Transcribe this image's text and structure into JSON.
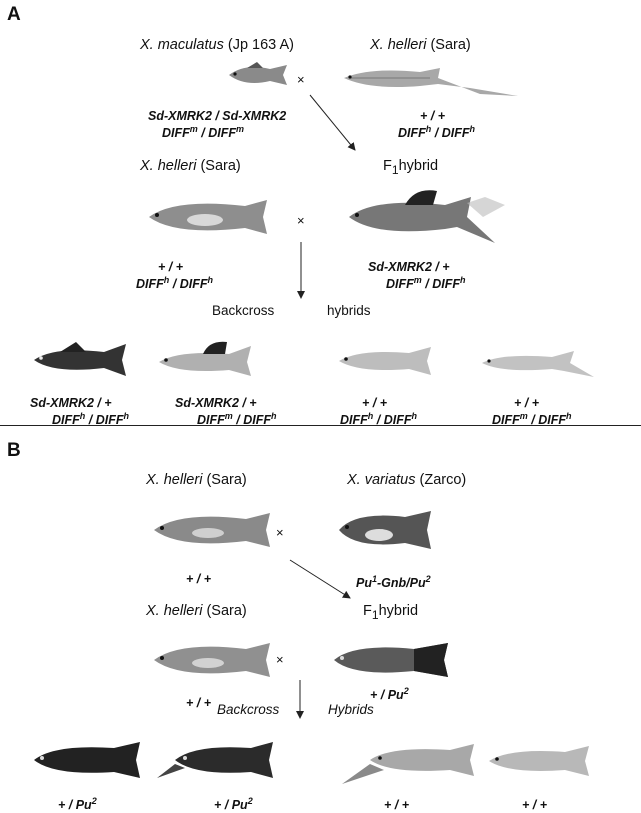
{
  "panel_a": {
    "letter": "A",
    "parent1": {
      "species": "X. maculatus",
      "strain": "(Jp 163 A)"
    },
    "parent2": {
      "species": "X. helleri",
      "strain": "(Sara)"
    },
    "cross_symbol": "×",
    "geno_p1_line1": "Sd-XMRK2 / Sd-XMRK2",
    "geno_p1_line2a": "DIFF",
    "geno_p1_sup_a": "m",
    "geno_p1_line2b": "DIFF",
    "geno_p1_sup_b": "m",
    "geno_p2_line1": "+ / +",
    "geno_p2_a": "DIFF",
    "geno_p2_sup_a": "h",
    "geno_p2_b": "DIFF",
    "geno_p2_sup_b": "h",
    "backcross_parent": {
      "species": "X. helleri",
      "strain": "(Sara)"
    },
    "f1_label": "F",
    "f1_sub": "1",
    "f1_word": "hybrid",
    "geno_bp_line1": "+ / +",
    "geno_bp_a": "DIFF",
    "geno_bp_sup_a": "h",
    "geno_bp_b": "DIFF",
    "geno_bp_sup_b": "h",
    "geno_f1_line1": "Sd-XMRK2 / +",
    "geno_f1_a": "DIFF",
    "geno_f1_sup_a": "m",
    "geno_f1_b": "DIFF",
    "geno_f1_sup_b": "h",
    "backcross_label": "Backcross",
    "hybrids_label": "hybrids",
    "offspring": [
      {
        "line1": "Sd-XMRK2 / +",
        "a": "DIFF",
        "sa": "h",
        "b": "DIFF",
        "sb": "h"
      },
      {
        "line1": "Sd-XMRK2 / +",
        "a": "DIFF",
        "sa": "m",
        "b": "DIFF",
        "sb": "h"
      },
      {
        "line1": "+ / +",
        "a": "DIFF",
        "sa": "h",
        "b": "DIFF",
        "sb": "h"
      },
      {
        "line1": "+ / +",
        "a": "DIFF",
        "sa": "m",
        "b": "DIFF",
        "sb": "h"
      }
    ]
  },
  "panel_b": {
    "letter": "B",
    "parent1": {
      "species": "X. helleri",
      "strain": "(Sara)"
    },
    "parent2": {
      "species": "X. variatus",
      "strain": "(Zarco)"
    },
    "cross_symbol": "×",
    "geno_p1": "+ / +",
    "geno_p2_a": "Pu",
    "geno_p2_sup_a": "1",
    "geno_p2_b": "-Gnb/Pu",
    "geno_p2_sup_b": "2",
    "backcross_parent": {
      "species": "X. helleri",
      "strain": "(Sara)"
    },
    "f1_label": "F",
    "f1_sub": "1",
    "f1_word": "hybrid",
    "geno_bp": "+ / +",
    "geno_f1_a": "+ / Pu",
    "geno_f1_sup": "2",
    "backcross_label": "Backcross",
    "hybrids_label": "Hybrids",
    "offspring": [
      {
        "a": "+ / Pu",
        "sup": "2"
      },
      {
        "a": "+ / Pu",
        "sup": "2"
      },
      {
        "a": "+ / +",
        "sup": ""
      },
      {
        "a": "+ / +",
        "sup": ""
      }
    ]
  }
}
